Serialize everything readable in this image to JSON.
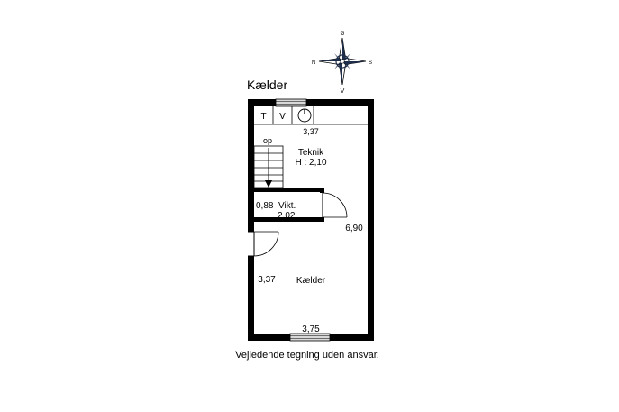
{
  "floor_title": "Kælder",
  "compass": {
    "north": "N",
    "south": "S",
    "east": "Ø",
    "west": "V"
  },
  "fixtures": {
    "t": "T",
    "v": "V"
  },
  "dimensions": {
    "top_width": "3,37",
    "right_length": "6,90",
    "closet_depth": "0,88",
    "closet_width": "2,02",
    "left_width": "3,37",
    "bottom_width": "3,75"
  },
  "rooms": {
    "teknik": {
      "name": "Teknik",
      "height": "H : 2,10"
    },
    "vikt": {
      "name": "Vikt."
    },
    "kaelder": {
      "name": "Kælder"
    }
  },
  "stairs": {
    "label": "op"
  },
  "disclaimer": "Vejledende tegning uden ansvar.",
  "colors": {
    "wall": "#000000",
    "background": "#ffffff",
    "window": "#d8d8d8"
  }
}
